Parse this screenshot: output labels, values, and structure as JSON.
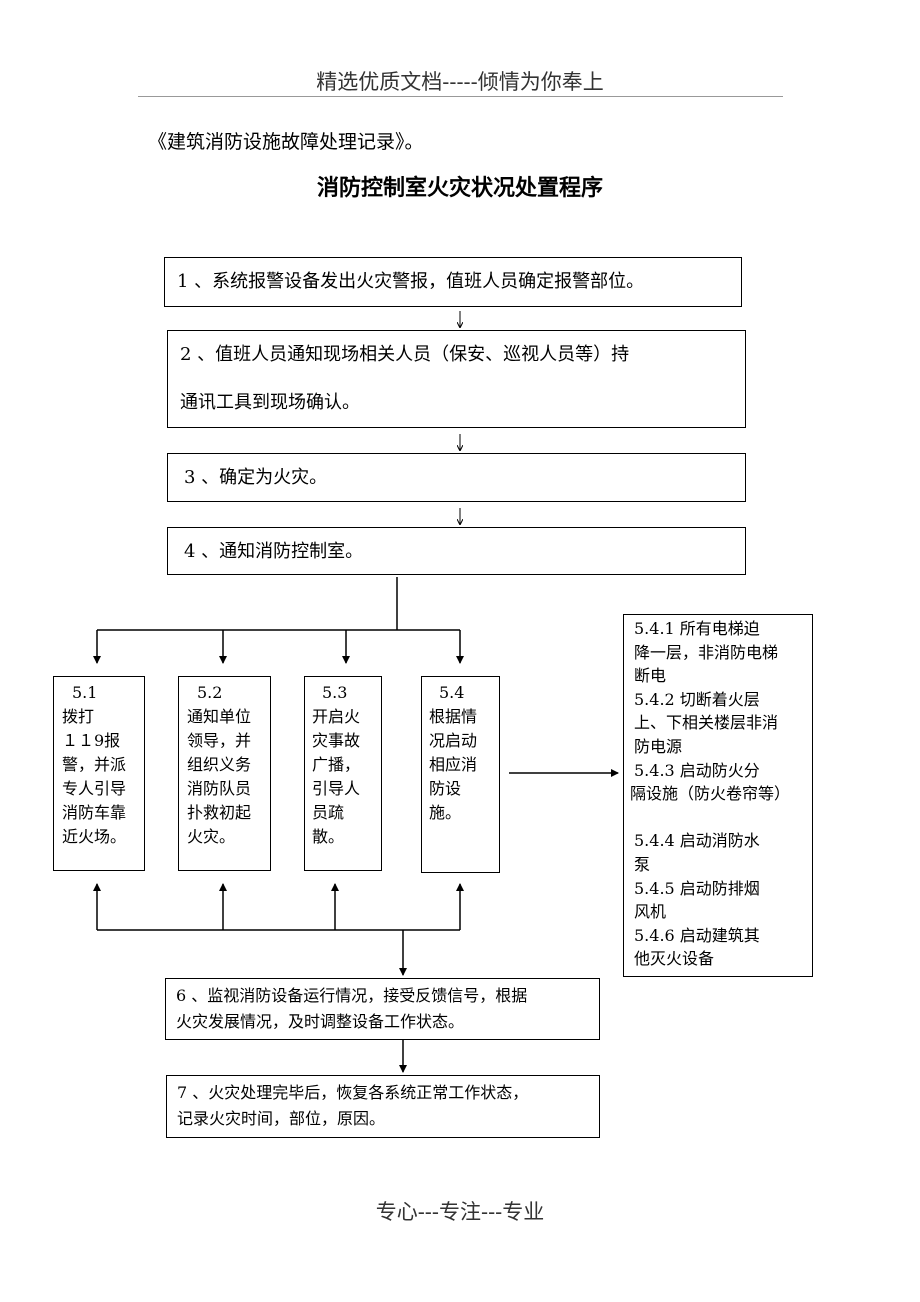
{
  "header": {
    "text": "精选优质文档-----倾情为你奉上"
  },
  "reference": "《建筑消防设施故障处理记录》。",
  "title": "消防控制室火灾状况处置程序",
  "steps": {
    "s1": "1 、系统报警设备发出火灾警报，值班人员确定报警部位。",
    "s2_line1": "2 、值班人员通知现场相关人员（保安、巡视人员等）持",
    "s2_line2": "通讯工具到现场确认。",
    "s3": "3 、确定为火灾。",
    "s4": "4 、通知消防控制室。"
  },
  "branches": [
    {
      "lines": [
        "5.1",
        "拨打",
        "１１9报",
        "警，并派",
        "专人引导",
        "消防车靠",
        "近火场。"
      ]
    },
    {
      "lines": [
        "5.2",
        "通知单位",
        "领导，并",
        "组织义务",
        "消防队员",
        "扑救初起",
        "火灾。"
      ]
    },
    {
      "lines": [
        "5.3",
        "开启火",
        "灾事故",
        "广播，",
        "引导人",
        "员疏散。"
      ]
    },
    {
      "lines": [
        "5.4",
        "根据情",
        "况启动",
        "相应消",
        "防设施。"
      ]
    }
  ],
  "sub_actions": {
    "lines": [
      "5.4.1 所有电梯迫",
      "降一层，非消防电梯",
      "断电",
      "5.4.2 切断着火层",
      "上、下相关楼层非消",
      "防电源",
      "5.4.3 启动防火分",
      "隔设施（防火卷帘等）",
      "",
      "5.4.4 启动消防水",
      "泵",
      "5.4.5 启动防排烟",
      "风机",
      "5.4.6 启动建筑其",
      "他灭火设备"
    ]
  },
  "step6": {
    "line1": "6 、监视消防设备运行情况，接受反馈信号，根据",
    "line2": "火灾发展情况，及时调整设备工作状态。"
  },
  "step7": {
    "line1": "7 、火灾处理完毕后，恢复各系统正常工作状态，",
    "line2": "记录火灾时间，部位，原因。"
  },
  "footer": {
    "text": "专心---专注---专业"
  }
}
